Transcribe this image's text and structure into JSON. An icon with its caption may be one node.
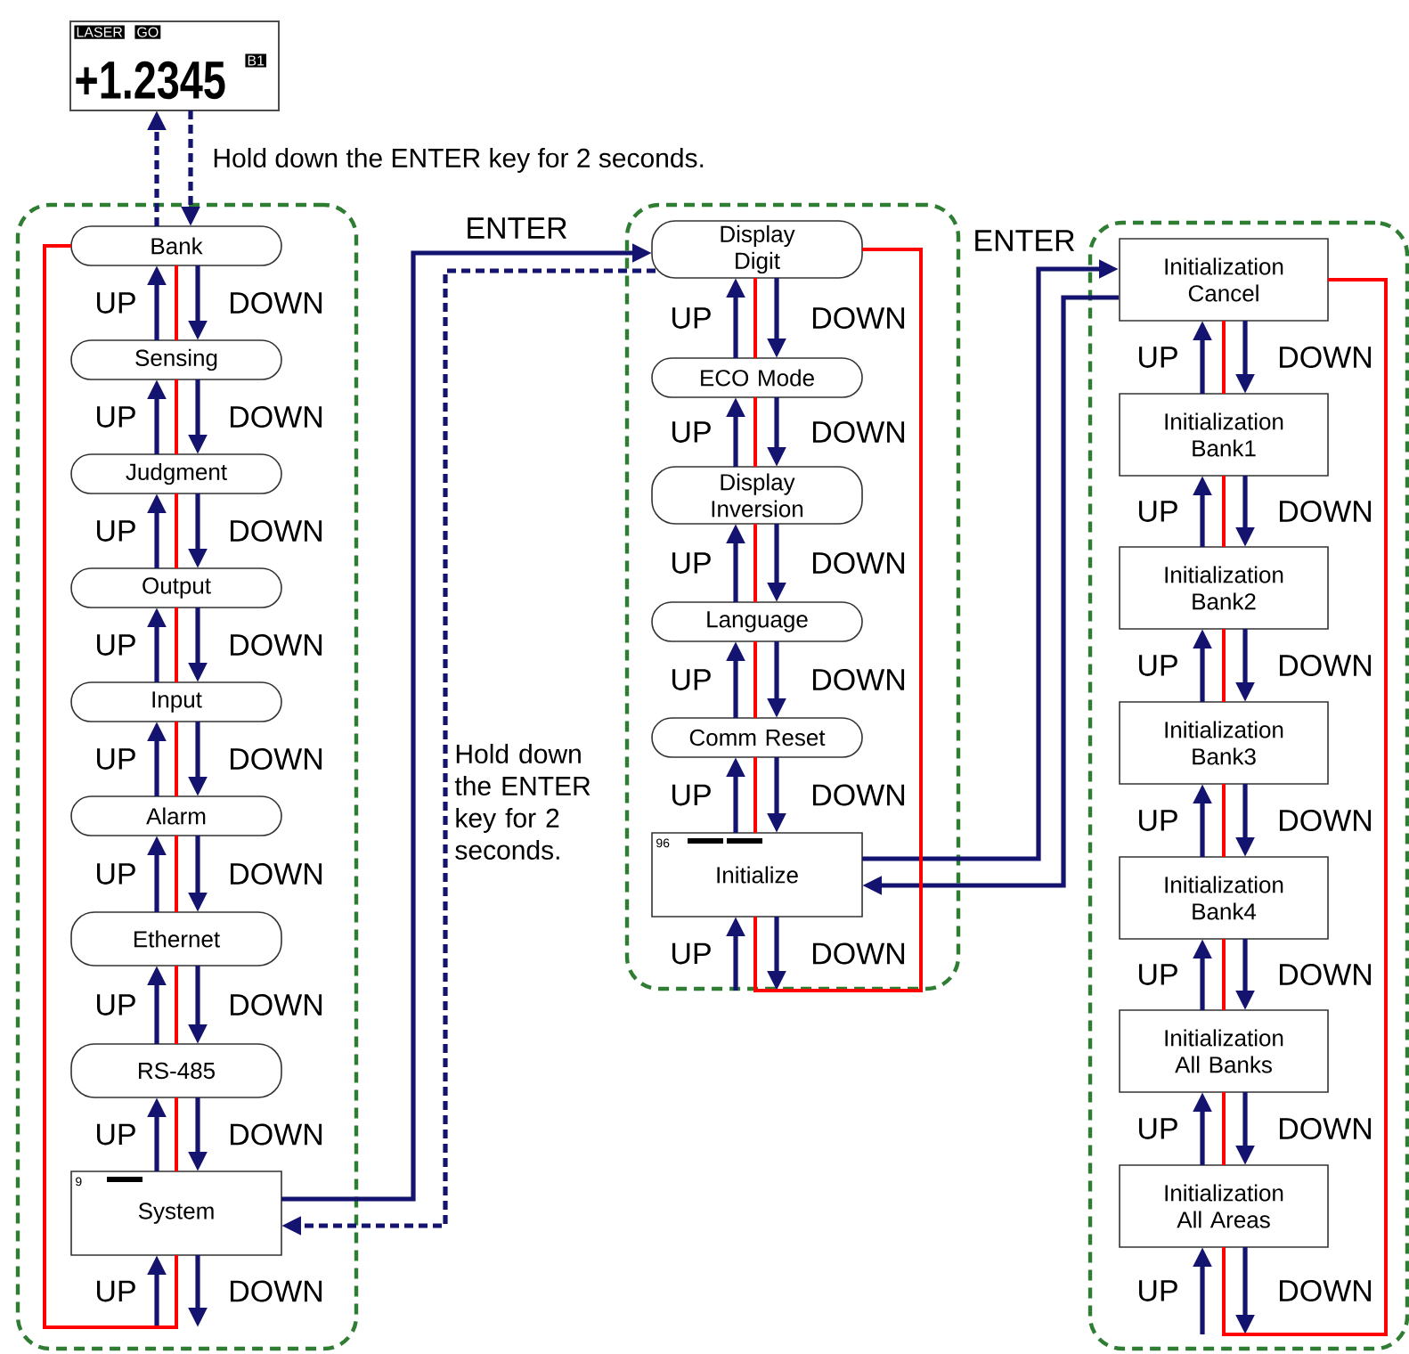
{
  "diagram": {
    "nodes": [
      {
        "text": [
          "LASER",
          "GO",
          "+1.2345",
          "B1"
        ]
      },
      {
        "text": [],
        "shape": "box"
      },
      {
        "text": [
          "Bank"
        ],
        "in": 1
      },
      {
        "text": [
          "Sensing"
        ],
        "in": 1
      },
      {
        "text": [
          "Judgment"
        ],
        "in": 1
      },
      {
        "text": [
          "Output"
        ],
        "in": 1
      },
      {
        "text": [
          "Input"
        ],
        "in": 1
      },
      {
        "text": [
          "Alarm"
        ],
        "in": 1
      },
      {
        "text": [
          "Ethernet"
        ],
        "in": 1
      },
      {
        "text": [
          "RS-485"
        ],
        "in": 1
      },
      {
        "text": [
          "9",
          "System"
        ],
        "in": 1
      },
      {
        "text": [],
        "shape": "box"
      },
      {
        "text": [
          "Display Digit"
        ],
        "in": 11
      },
      {
        "text": [
          "ECO Mode"
        ],
        "in": 11
      },
      {
        "text": [
          "Display Inversion"
        ],
        "in": 11
      },
      {
        "text": [
          "Language"
        ],
        "in": 11
      },
      {
        "text": [
          "Comm Reset"
        ],
        "in": 11
      },
      {
        "text": [
          "96",
          "Initialize"
        ],
        "in": 11
      },
      {
        "text": [],
        "shape": "box"
      },
      {
        "text": [
          "Initialization Cancel"
        ],
        "in": 18
      },
      {
        "text": [
          "Initialization Bank1"
        ],
        "in": 18
      },
      {
        "text": [
          "Initialization Bank2"
        ],
        "in": 18
      },
      {
        "text": [
          "Initialization Bank3"
        ],
        "in": 18
      },
      {
        "text": [
          "Initialization Bank4"
        ],
        "in": 18
      },
      {
        "text": [
          "Initialization All Banks"
        ],
        "in": 18
      },
      {
        "text": [
          "Initialization All Areas"
        ],
        "in": 18
      }
    ],
    "edges": [
      {
        "from": 0,
        "to": 2,
        "arrow": "to",
        "style": "dashed",
        "label": "Hold down the ENTER key for 2 seconds."
      },
      {
        "from": 2,
        "to": 0,
        "arrow": "to",
        "style": "dashed"
      },
      {
        "from": 10,
        "to": 12,
        "arrow": "to",
        "label": "ENTER"
      },
      {
        "from": 12,
        "to": 10,
        "arrow": "to",
        "style": "dashed",
        "label": "Hold down the ENTER key for 2 seconds."
      },
      {
        "from": 17,
        "to": 19,
        "arrow": "to",
        "label": "ENTER"
      },
      {
        "from": 19,
        "to": 17,
        "arrow": "to"
      },
      {
        "from": 3,
        "to": 2,
        "arrow": "to",
        "label": "UP"
      },
      {
        "from": 2,
        "to": 3,
        "arrow": "to",
        "label": "DOWN"
      },
      {
        "from": 2,
        "to": 3,
        "arrow": "none",
        "color": "#ff0000"
      },
      {
        "from": 4,
        "to": 3,
        "arrow": "to",
        "label": "UP"
      },
      {
        "from": 3,
        "to": 4,
        "arrow": "to",
        "label": "DOWN"
      },
      {
        "from": 3,
        "to": 4,
        "arrow": "none",
        "color": "#ff0000"
      },
      {
        "from": 5,
        "to": 4,
        "arrow": "to",
        "label": "UP"
      },
      {
        "from": 4,
        "to": 5,
        "arrow": "to",
        "label": "DOWN"
      },
      {
        "from": 4,
        "to": 5,
        "arrow": "none",
        "color": "#ff0000"
      },
      {
        "from": 6,
        "to": 5,
        "arrow": "to",
        "label": "UP"
      },
      {
        "from": 5,
        "to": 6,
        "arrow": "to",
        "label": "DOWN"
      },
      {
        "from": 5,
        "to": 6,
        "arrow": "none",
        "color": "#ff0000"
      },
      {
        "from": 7,
        "to": 6,
        "arrow": "to",
        "label": "UP"
      },
      {
        "from": 6,
        "to": 7,
        "arrow": "to",
        "label": "DOWN"
      },
      {
        "from": 6,
        "to": 7,
        "arrow": "none",
        "color": "#ff0000"
      },
      {
        "from": 8,
        "to": 7,
        "arrow": "to",
        "label": "UP"
      },
      {
        "from": 7,
        "to": 8,
        "arrow": "to",
        "label": "DOWN"
      },
      {
        "from": 7,
        "to": 8,
        "arrow": "none",
        "color": "#ff0000"
      },
      {
        "from": 9,
        "to": 8,
        "arrow": "to",
        "label": "UP"
      },
      {
        "from": 8,
        "to": 9,
        "arrow": "to",
        "label": "DOWN"
      },
      {
        "from": 8,
        "to": 9,
        "arrow": "none",
        "color": "#ff0000"
      },
      {
        "from": 10,
        "to": 9,
        "arrow": "to",
        "label": "UP"
      },
      {
        "from": 9,
        "to": 10,
        "arrow": "to",
        "label": "DOWN"
      },
      {
        "from": 9,
        "to": 10,
        "arrow": "none",
        "color": "#ff0000"
      },
      {
        "from": null,
        "to": 10,
        "arrow": "to",
        "label": "UP"
      },
      {
        "from": 10,
        "to": null,
        "arrow": "to",
        "label": "DOWN"
      },
      {
        "from": 10,
        "to": 2,
        "arrow": "none",
        "color": "#ff0000"
      },
      {
        "from": 13,
        "to": 12,
        "arrow": "to",
        "label": "UP"
      },
      {
        "from": 12,
        "to": 13,
        "arrow": "to",
        "label": "DOWN"
      },
      {
        "from": 12,
        "to": 13,
        "arrow": "none",
        "color": "#ff0000"
      },
      {
        "from": 14,
        "to": 13,
        "arrow": "to",
        "label": "UP"
      },
      {
        "from": 13,
        "to": 14,
        "arrow": "to",
        "label": "DOWN"
      },
      {
        "from": 13,
        "to": 14,
        "arrow": "none",
        "color": "#ff0000"
      },
      {
        "from": 15,
        "to": 14,
        "arrow": "to",
        "label": "UP"
      },
      {
        "from": 14,
        "to": 15,
        "arrow": "to",
        "label": "DOWN"
      },
      {
        "from": 14,
        "to": 15,
        "arrow": "none",
        "color": "#ff0000"
      },
      {
        "from": 16,
        "to": 15,
        "arrow": "to",
        "label": "UP"
      },
      {
        "from": 15,
        "to": 16,
        "arrow": "to",
        "label": "DOWN"
      },
      {
        "from": 15,
        "to": 16,
        "arrow": "none",
        "color": "#ff0000"
      },
      {
        "from": 17,
        "to": 16,
        "arrow": "to",
        "label": "UP"
      },
      {
        "from": 16,
        "to": 17,
        "arrow": "to",
        "label": "DOWN"
      },
      {
        "from": 16,
        "to": 17,
        "arrow": "none",
        "color": "#ff0000"
      },
      {
        "from": null,
        "to": 17,
        "arrow": "to",
        "label": "UP"
      },
      {
        "from": 17,
        "to": null,
        "arrow": "to",
        "label": "DOWN"
      },
      {
        "from": 17,
        "to": 12,
        "arrow": "none",
        "color": "#ff0000"
      },
      {
        "from": 20,
        "to": 19,
        "arrow": "to",
        "label": "UP"
      },
      {
        "from": 19,
        "to": 20,
        "arrow": "to",
        "label": "DOWN"
      },
      {
        "from": 19,
        "to": 20,
        "arrow": "none",
        "color": "#ff0000"
      },
      {
        "from": 21,
        "to": 20,
        "arrow": "to",
        "label": "UP"
      },
      {
        "from": 20,
        "to": 21,
        "arrow": "to",
        "label": "DOWN"
      },
      {
        "from": 20,
        "to": 21,
        "arrow": "none",
        "color": "#ff0000"
      },
      {
        "from": 22,
        "to": 21,
        "arrow": "to",
        "label": "UP"
      },
      {
        "from": 21,
        "to": 22,
        "arrow": "to",
        "label": "DOWN"
      },
      {
        "from": 21,
        "to": 22,
        "arrow": "none",
        "color": "#ff0000"
      },
      {
        "from": 23,
        "to": 22,
        "arrow": "to",
        "label": "UP"
      },
      {
        "from": 22,
        "to": 23,
        "arrow": "to",
        "label": "DOWN"
      },
      {
        "from": 22,
        "to": 23,
        "arrow": "none",
        "color": "#ff0000"
      },
      {
        "from": 24,
        "to": 23,
        "arrow": "to",
        "label": "UP"
      },
      {
        "from": 23,
        "to": 24,
        "arrow": "to",
        "label": "DOWN"
      },
      {
        "from": 23,
        "to": 24,
        "arrow": "none",
        "color": "#ff0000"
      },
      {
        "from": 25,
        "to": 24,
        "arrow": "to",
        "label": "UP"
      },
      {
        "from": 24,
        "to": 25,
        "arrow": "to",
        "label": "DOWN"
      },
      {
        "from": 24,
        "to": 25,
        "arrow": "none",
        "color": "#ff0000"
      },
      {
        "from": null,
        "to": 25,
        "arrow": "to",
        "label": "UP"
      },
      {
        "from": 25,
        "to": null,
        "arrow": "to",
        "label": "DOWN"
      },
      {
        "from": 25,
        "to": 19,
        "arrow": "none",
        "color": "#ff0000"
      }
    ]
  }
}
